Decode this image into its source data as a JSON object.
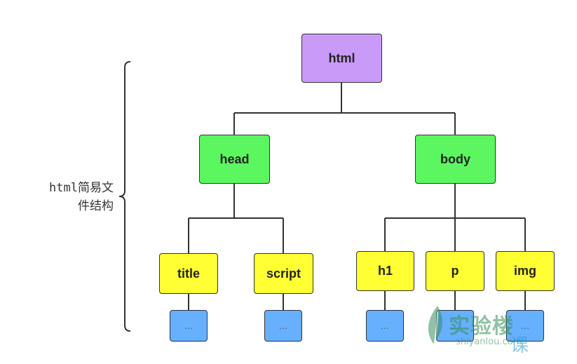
{
  "caption": {
    "line1": "html简易文",
    "line2": "件结构"
  },
  "colors": {
    "root": "#c99af8",
    "level1": "#5cf660",
    "level2": "#ffff33",
    "leaf": "#66b0ff",
    "stroke": "#333333"
  },
  "tree": {
    "root": "html",
    "head": "head",
    "body": "body",
    "title": "title",
    "script": "script",
    "h1": "h1",
    "p": "p",
    "img": "img",
    "leaf_text": "…"
  },
  "watermark": {
    "logo": "实验楼",
    "site": "shiyanlou.com",
    "suffix": "课",
    "icon": "leaf-logo-icon"
  }
}
